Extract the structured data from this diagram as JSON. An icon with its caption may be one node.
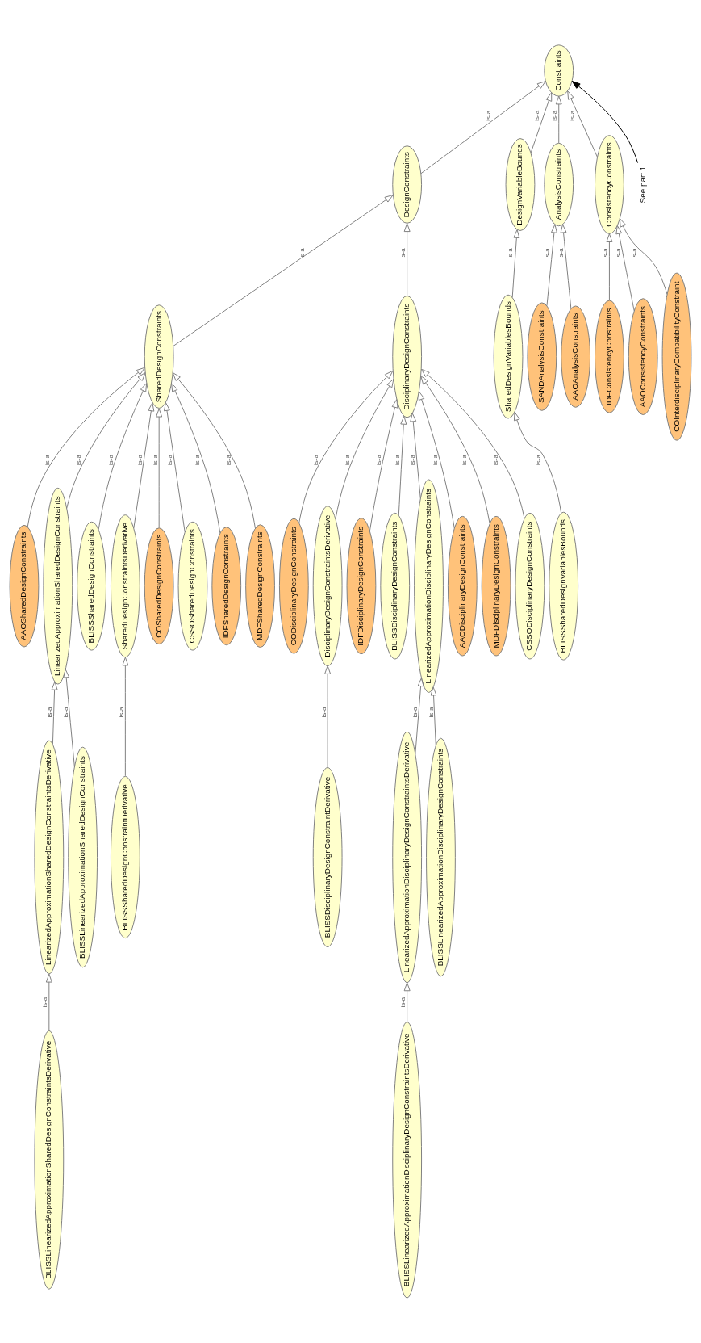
{
  "diagram": {
    "nodes": [
      {
        "text": [
          "Constraints"
        ]
      },
      {
        "text": [
          "DesignConstraints"
        ]
      },
      {
        "text": [
          "DesignVariableBounds"
        ]
      },
      {
        "text": [
          "AnalysisConstraints"
        ]
      },
      {
        "text": [
          "ConsistencyConstraints"
        ]
      },
      {
        "text": [
          "SharedDesignConstraints"
        ]
      },
      {
        "text": [
          "DisciplinaryDesignConstraints"
        ]
      },
      {
        "text": [
          "SharedDesignVariablesBounds"
        ]
      },
      {
        "text": [
          "SANDAnalysisConstraints"
        ]
      },
      {
        "text": [
          "AAOAnalysisConstraints"
        ]
      },
      {
        "text": [
          "IDFConsistencyConstraints"
        ]
      },
      {
        "text": [
          "AAOConsistencyConstraints"
        ]
      },
      {
        "text": [
          "COInterdisciplinaryCompatibilityConstraint"
        ]
      },
      {
        "text": [
          "AAOSharedDesignConstraints"
        ]
      },
      {
        "text": [
          "LinearizedApproximationSharedDesignConstraints"
        ]
      },
      {
        "text": [
          "BLISSSharedDesignConstraints"
        ]
      },
      {
        "text": [
          "SharedDesignConstraintsDerivative"
        ]
      },
      {
        "text": [
          "COSharedDesignConstraints"
        ]
      },
      {
        "text": [
          "CSSOSharedDesignConstraints"
        ]
      },
      {
        "text": [
          "IDFSharedDesignConstraints"
        ]
      },
      {
        "text": [
          "MDFSharedDesignConstraints"
        ]
      },
      {
        "text": [
          "CODisciplinaryDesignConstraints"
        ]
      },
      {
        "text": [
          "DisciplinaryDesignConstraintsDerivative"
        ]
      },
      {
        "text": [
          "IDFDisciplinaryDesignConstraints"
        ]
      },
      {
        "text": [
          "BLISSDisciplinaryDesignConstraints"
        ]
      },
      {
        "text": [
          "LinearizedApproximationDisciplinaryDesignConstraints"
        ]
      },
      {
        "text": [
          "AAODisciplinaryDesignConstraints"
        ]
      },
      {
        "text": [
          "MDFDisciplinaryDesignConstraints"
        ]
      },
      {
        "text": [
          "CSSODisciplinaryDesignConstraints"
        ]
      },
      {
        "text": [
          "BLISSSharedDesignVariablesBounds"
        ]
      },
      {
        "text": [
          "LinearizedApproximationSharedDesignConstraintsDerivative"
        ]
      },
      {
        "text": [
          "BLISSLinearizedApproximationSharedDesignConstraints"
        ]
      },
      {
        "text": [
          "BLISSSharedDesignConstraintDerivative"
        ]
      },
      {
        "text": [
          "BLISSDisciplinaryDesignConstraintDerivative"
        ]
      },
      {
        "text": [
          "LinearizedApproximationDisciplinaryDesignConstraintsDerivative"
        ]
      },
      {
        "text": [
          "BLISSLinearizedApproximationDisciplinaryDesignConstraints"
        ]
      },
      {
        "text": [
          "BLISSLinearizedApproximationSharedDesignConstraintsDerivative"
        ]
      },
      {
        "text": [
          "BLISSLinearizedApproximationDisciplinaryDesignConstraintsDerivative"
        ]
      },
      {
        "text": [
          "See part 1"
        ]
      }
    ],
    "edges": [
      {
        "from": 1,
        "to": 0,
        "arrow": "to",
        "label": "is-a"
      },
      {
        "from": 2,
        "to": 0,
        "arrow": "to",
        "label": "is-a"
      },
      {
        "from": 3,
        "to": 0,
        "arrow": "to",
        "label": "is-a"
      },
      {
        "from": 4,
        "to": 0,
        "arrow": "to",
        "label": "is-a"
      },
      {
        "from": 5,
        "to": 1,
        "arrow": "to",
        "label": "is-a"
      },
      {
        "from": 6,
        "to": 1,
        "arrow": "to",
        "label": "is-a"
      },
      {
        "from": 7,
        "to": 2,
        "arrow": "to",
        "label": "is-a"
      },
      {
        "from": 8,
        "to": 3,
        "arrow": "to",
        "label": "is-a"
      },
      {
        "from": 9,
        "to": 3,
        "arrow": "to",
        "label": "is-a"
      },
      {
        "from": 10,
        "to": 4,
        "arrow": "to",
        "label": "is-a"
      },
      {
        "from": 11,
        "to": 4,
        "arrow": "to",
        "label": "is-a"
      },
      {
        "from": 12,
        "to": 4,
        "arrow": "to",
        "label": "is-a"
      },
      {
        "from": 13,
        "to": 5,
        "arrow": "to",
        "label": "is-a"
      },
      {
        "from": 14,
        "to": 5,
        "arrow": "to",
        "label": "is-a"
      },
      {
        "from": 15,
        "to": 5,
        "arrow": "to",
        "label": "is-a"
      },
      {
        "from": 16,
        "to": 5,
        "arrow": "to",
        "label": "is-a"
      },
      {
        "from": 17,
        "to": 5,
        "arrow": "to",
        "label": "is-a"
      },
      {
        "from": 18,
        "to": 5,
        "arrow": "to",
        "label": "is-a"
      },
      {
        "from": 19,
        "to": 5,
        "arrow": "to",
        "label": "is-a"
      },
      {
        "from": 20,
        "to": 5,
        "arrow": "to",
        "label": "is-a"
      },
      {
        "from": 21,
        "to": 6,
        "arrow": "to",
        "label": "is-a"
      },
      {
        "from": 22,
        "to": 6,
        "arrow": "to",
        "label": "is-a"
      },
      {
        "from": 23,
        "to": 6,
        "arrow": "to",
        "label": "is-a"
      },
      {
        "from": 24,
        "to": 6,
        "arrow": "to",
        "label": "is-a"
      },
      {
        "from": 25,
        "to": 6,
        "arrow": "to",
        "label": "is-a"
      },
      {
        "from": 26,
        "to": 6,
        "arrow": "to",
        "label": "is-a"
      },
      {
        "from": 27,
        "to": 6,
        "arrow": "to",
        "label": "is-a"
      },
      {
        "from": 28,
        "to": 6,
        "arrow": "to",
        "label": "is-a"
      },
      {
        "from": 29,
        "to": 7,
        "arrow": "to",
        "label": "is-a"
      },
      {
        "from": 30,
        "to": 14,
        "arrow": "to",
        "label": "is-a"
      },
      {
        "from": 31,
        "to": 14,
        "arrow": "to",
        "label": "is-a"
      },
      {
        "from": 32,
        "to": 16,
        "arrow": "to",
        "label": "is-a"
      },
      {
        "from": 33,
        "to": 22,
        "arrow": "to",
        "label": "is-a"
      },
      {
        "from": 34,
        "to": 25,
        "arrow": "to",
        "label": "is-a"
      },
      {
        "from": 35,
        "to": 25,
        "arrow": "to",
        "label": "is-a"
      },
      {
        "from": 36,
        "to": 30,
        "arrow": "to",
        "label": "is-a"
      },
      {
        "from": 37,
        "to": 34,
        "arrow": "to",
        "label": "is-a"
      },
      {
        "from": 38,
        "to": 0,
        "arrow": "to",
        "color": "#000000"
      }
    ]
  }
}
